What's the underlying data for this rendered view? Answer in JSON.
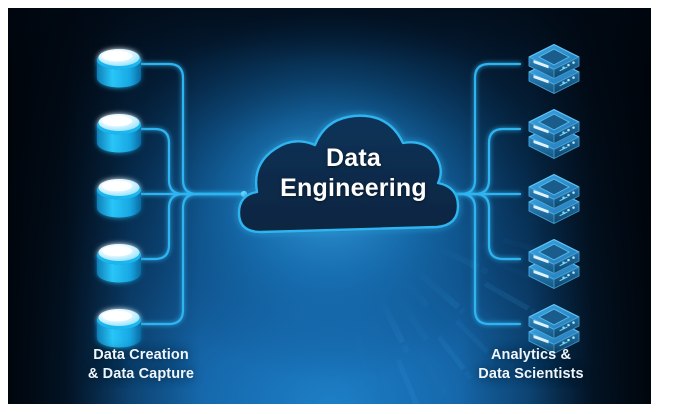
{
  "artwork": {
    "title": "Data Engineering",
    "center_node": {
      "shape": "cloud",
      "label_line_1": "Data",
      "label_line_2": "Engineering",
      "label": "Data\nEngineering",
      "fill_color": "#0c2c4e",
      "stroke_color": "#2fb4f0"
    },
    "background": {
      "style": "radial-burst",
      "base_color": "#0b4b82",
      "glow_color": "#1f86cc",
      "edge_color": "#01080f",
      "burst_ring_count": 3,
      "burst_spoke_count": 48
    },
    "connectors": {
      "color": "#2fb4f0",
      "glow_color": "#58d2ff",
      "stroke_width": 2.2,
      "corner_radius": 14,
      "left_branches": 5,
      "right_branches": 5
    },
    "left": {
      "caption_line_1": "Data Creation",
      "caption_line_2": "& Data Capture",
      "caption": "Data Creation\n& Data Capture",
      "icon_name": "database-cylinder-icon",
      "icon_count": 5,
      "icon_top_color": "#eaf8ff",
      "icon_body_color": "#18b6f0",
      "icon_shadow_color": "#0b5e96",
      "nodes": [
        {
          "index": 1,
          "icon": "database-cylinder-icon"
        },
        {
          "index": 2,
          "icon": "database-cylinder-icon"
        },
        {
          "index": 3,
          "icon": "database-cylinder-icon"
        },
        {
          "index": 4,
          "icon": "database-cylinder-icon"
        },
        {
          "index": 5,
          "icon": "database-cylinder-icon"
        }
      ]
    },
    "right": {
      "caption_line_1": "Analytics &",
      "caption_line_2": "Data Scientists",
      "caption": "Analytics &\nData Scientists",
      "icon_name": "server-stack-icon",
      "icon_count": 5,
      "icon_top_color": "#2f9fe0",
      "icon_body_color": "#1d6ea8",
      "icon_accent_color": "#7fe4ff",
      "nodes": [
        {
          "index": 1,
          "icon": "server-stack-icon"
        },
        {
          "index": 2,
          "icon": "server-stack-icon"
        },
        {
          "index": 3,
          "icon": "server-stack-icon"
        },
        {
          "index": 4,
          "icon": "server-stack-icon"
        },
        {
          "index": 5,
          "icon": "server-stack-icon"
        }
      ]
    }
  }
}
